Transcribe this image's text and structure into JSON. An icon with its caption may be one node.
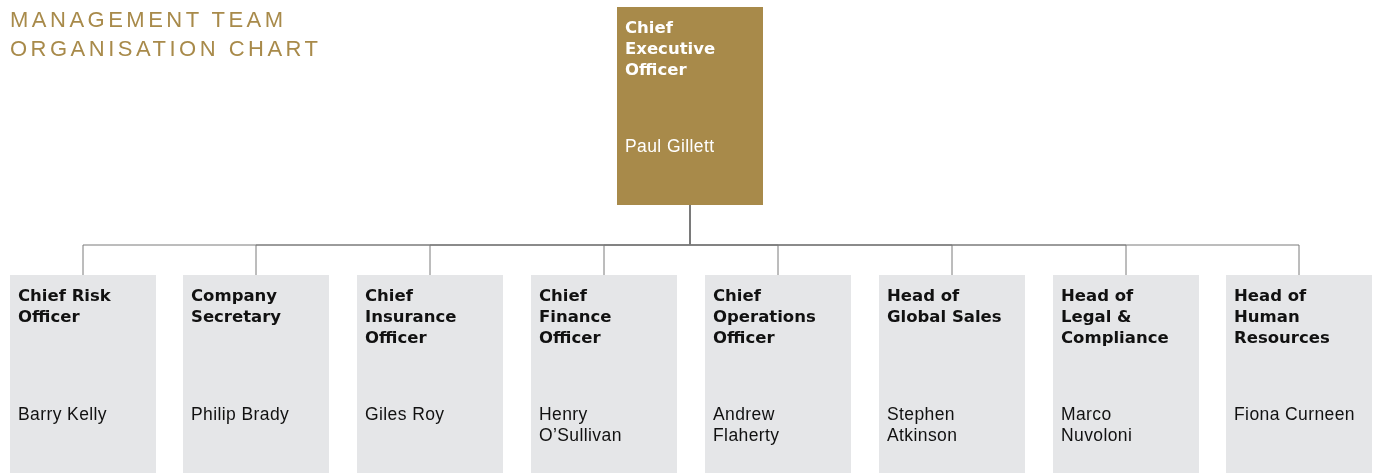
{
  "diagram": {
    "title": "MANAGEMENT TEAM ORGANISATION CHART",
    "nodes": [
      {
        "text": [
          "Chief Executive Officer",
          "Paul Gillett"
        ]
      },
      {
        "text": [
          "Chief Risk Officer",
          "Barry Kelly"
        ]
      },
      {
        "text": [
          "Company Secretary",
          "Philip Brady"
        ]
      },
      {
        "text": [
          "Chief Insurance Officer",
          "Giles Roy"
        ]
      },
      {
        "text": [
          "Chief Finance Officer",
          "Henry O’Sullivan"
        ]
      },
      {
        "text": [
          "Chief Operations Officer",
          "Andrew Flaherty"
        ]
      },
      {
        "text": [
          "Head of Global Sales",
          "Stephen Atkinson"
        ]
      },
      {
        "text": [
          "Head of Legal & Compliance",
          "Marco Nuvoloni"
        ]
      },
      {
        "text": [
          "Head of Human Resources",
          "Fiona Curneen"
        ]
      }
    ],
    "edges": [
      {
        "from": 0,
        "to": 1,
        "arrow": "none"
      },
      {
        "from": 0,
        "to": 2,
        "arrow": "none"
      },
      {
        "from": 0,
        "to": 3,
        "arrow": "none"
      },
      {
        "from": 0,
        "to": 4,
        "arrow": "none"
      },
      {
        "from": 0,
        "to": 5,
        "arrow": "none"
      },
      {
        "from": 0,
        "to": 6,
        "arrow": "none"
      },
      {
        "from": 0,
        "to": 7,
        "arrow": "none"
      },
      {
        "from": 0,
        "to": 8,
        "arrow": "none"
      }
    ]
  }
}
